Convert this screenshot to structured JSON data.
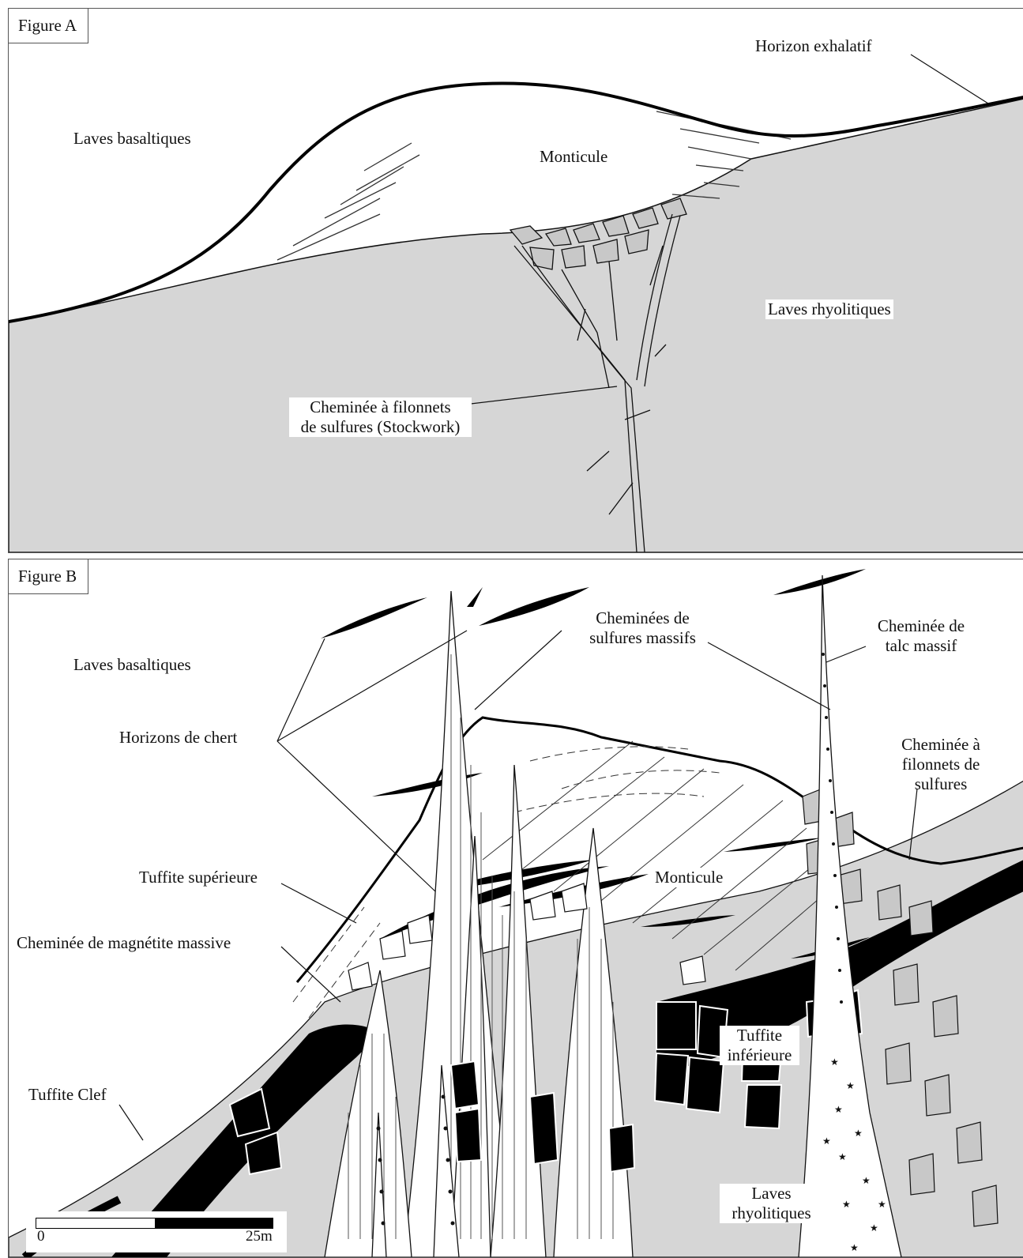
{
  "colors": {
    "rock_gray": "#d6d6d6",
    "chert_black": "#000000",
    "vein_white": "#ffffff",
    "line": "#111111"
  },
  "figure_a": {
    "tag": "Figure A",
    "labels": {
      "horizon_exhalatif": "Horizon exhalatif",
      "laves_basaltiques": "Laves basaltiques",
      "monticule": "Monticule",
      "laves_rhyolitiques": "Laves rhyolitiques",
      "stockwork_line1": "Cheminée à filonnets",
      "stockwork_line2": "de sulfures (Stockwork)"
    }
  },
  "figure_b": {
    "tag": "Figure B",
    "labels": {
      "laves_basaltiques": "Laves basaltiques",
      "horizons_chert": "Horizons de chert",
      "sulfures_massifs_line1": "Cheminées de",
      "sulfures_massifs_line2": "sulfures massifs",
      "talc_line1": "Cheminée de",
      "talc_line2": "talc massif",
      "filonnets_line1": "Cheminée à",
      "filonnets_line2": "filonnets de",
      "filonnets_line3": "sulfures",
      "monticule": "Monticule",
      "tuffite_superieure": "Tuffite supérieure",
      "magnetite": "Cheminée de magnétite massive",
      "tuffite_inferieure_line1": "Tuffite",
      "tuffite_inferieure_line2": "inférieure",
      "tuffite_clef": "Tuffite Clef",
      "rhyolitiques_line1": "Laves",
      "rhyolitiques_line2": "rhyolitiques"
    },
    "scale_bar": {
      "start": "0",
      "end": "25m"
    }
  }
}
